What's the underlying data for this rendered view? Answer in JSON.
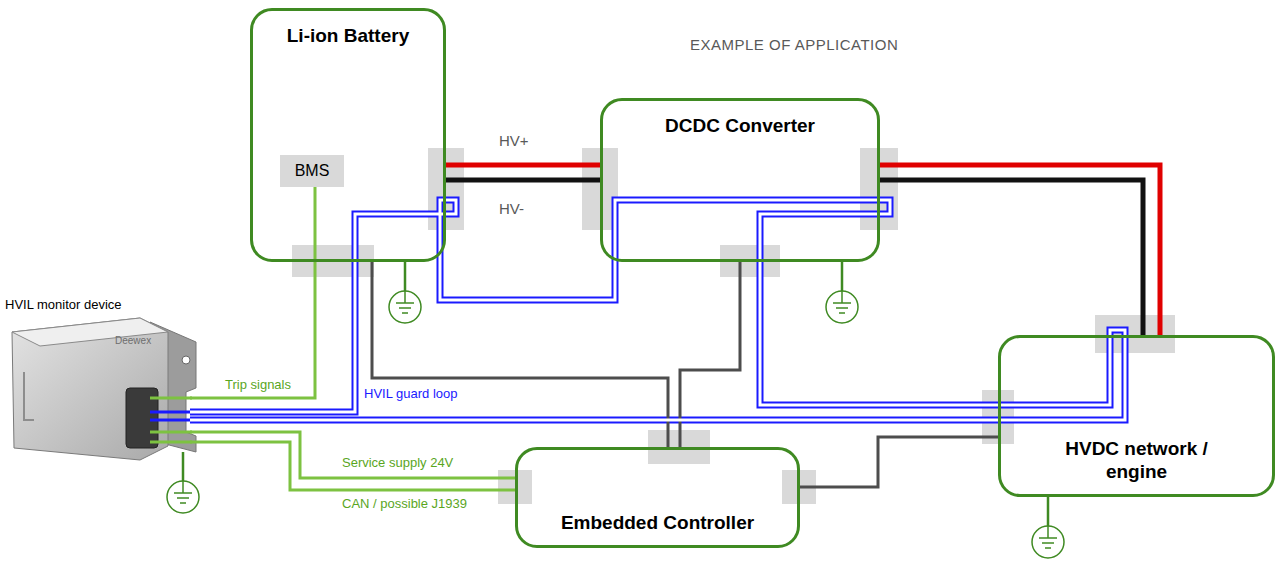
{
  "diagram": {
    "title": "EXAMPLE OF APPLICATION",
    "nodes": [
      {
        "text": [
          "Li-ion Battery"
        ]
      },
      {
        "text": [
          "BMS"
        ],
        "in": 0
      },
      {
        "text": [
          "DCDC Converter"
        ]
      },
      {
        "text": [
          "HVIL monitor device",
          "Deewex"
        ]
      },
      {
        "text": [
          "HVDC network / engine"
        ]
      },
      {
        "text": [
          "Embedded Controller"
        ]
      }
    ],
    "edges": [
      {
        "from": 0,
        "to": 2,
        "arrow": "none",
        "label": "HV+"
      },
      {
        "from": 2,
        "to": 4,
        "arrow": "none"
      },
      {
        "from": 0,
        "to": 2,
        "arrow": "none",
        "label": "HV-"
      },
      {
        "from": 2,
        "to": 4,
        "arrow": "none"
      },
      {
        "from": 3,
        "to": 1,
        "arrow": "none",
        "label": "Trip signals"
      },
      {
        "from": 3,
        "to": 0,
        "arrow": "none",
        "label": "HVIL guard loop"
      },
      {
        "from": 0,
        "to": 2,
        "arrow": "none"
      },
      {
        "from": 2,
        "to": 4,
        "arrow": "none"
      },
      {
        "from": 4,
        "to": 3,
        "arrow": "none"
      },
      {
        "from": 3,
        "to": 5,
        "arrow": "none",
        "label": "Service supply 24V"
      },
      {
        "from": 3,
        "to": 5,
        "arrow": "none",
        "label": "CAN / possible J1939"
      },
      {
        "from": 0,
        "to": 5,
        "arrow": "none"
      },
      {
        "from": 2,
        "to": 5,
        "arrow": "none"
      },
      {
        "from": 5,
        "to": 4,
        "arrow": "none"
      }
    ]
  }
}
